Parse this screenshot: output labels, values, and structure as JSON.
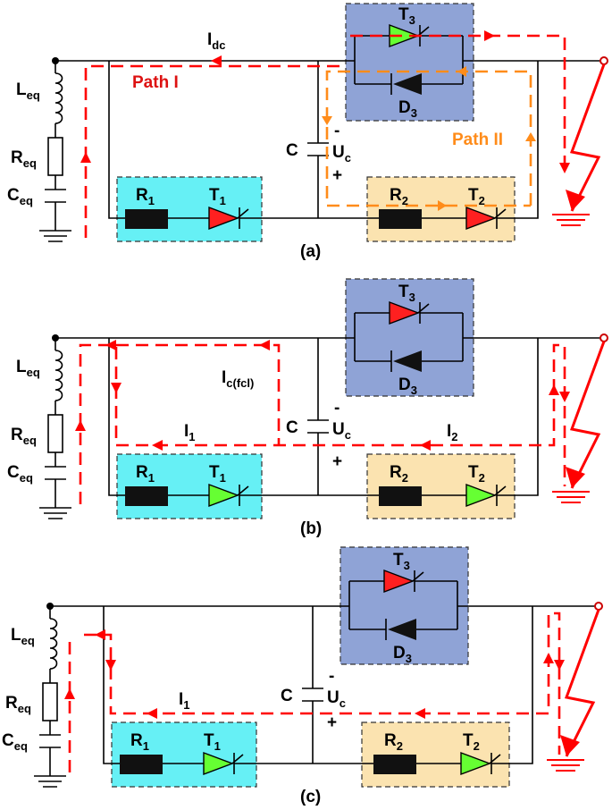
{
  "colors": {
    "path_red": "#ff0000",
    "path_orange": "#ff8c1a",
    "thyristor_green": "#66ff33",
    "thyristor_red": "#ff2020",
    "box_blue": "#8fa3d6",
    "box_cyan": "#66f0f5",
    "box_tan": "#fbe3b0"
  },
  "panels": [
    {
      "caption": "(a)",
      "labels": {
        "leq": "L",
        "leq_sub": "eq",
        "req": "R",
        "req_sub": "eq",
        "ceq": "C",
        "ceq_sub": "eq",
        "r1": "R",
        "r1_sub": "1",
        "t1": "T",
        "t1_sub": "1",
        "r2": "R",
        "r2_sub": "2",
        "t2": "T",
        "t2_sub": "2",
        "t3": "T",
        "t3_sub": "3",
        "d3": "D",
        "d3_sub": "3",
        "cap": "C",
        "minus": "-",
        "uc": "U",
        "uc_sub": "c",
        "plus": "+"
      },
      "current_labels": {
        "idc": "I",
        "idc_sub": "dc",
        "path1": "Path I",
        "path2": "Path II"
      },
      "thyristor_states": {
        "t1": "red",
        "t2": "red",
        "t3": "green"
      }
    },
    {
      "caption": "(b)",
      "labels": {
        "leq": "L",
        "leq_sub": "eq",
        "req": "R",
        "req_sub": "eq",
        "ceq": "C",
        "ceq_sub": "eq",
        "r1": "R",
        "r1_sub": "1",
        "t1": "T",
        "t1_sub": "1",
        "r2": "R",
        "r2_sub": "2",
        "t2": "T",
        "t2_sub": "2",
        "t3": "T",
        "t3_sub": "3",
        "d3": "D",
        "d3_sub": "3",
        "cap": "C",
        "minus": "-",
        "uc": "U",
        "uc_sub": "c",
        "plus": "+"
      },
      "current_labels": {
        "icfcl": "I",
        "icfcl_sub": "c(fcl)",
        "i1": "I",
        "i1_sub": "1",
        "i2": "I",
        "i2_sub": "2"
      },
      "thyristor_states": {
        "t1": "green",
        "t2": "green",
        "t3": "red"
      }
    },
    {
      "caption": "(c)",
      "labels": {
        "leq": "L",
        "leq_sub": "eq",
        "req": "R",
        "req_sub": "eq",
        "ceq": "C",
        "ceq_sub": "eq",
        "r1": "R",
        "r1_sub": "1",
        "t1": "T",
        "t1_sub": "1",
        "r2": "R",
        "r2_sub": "2",
        "t2": "T",
        "t2_sub": "2",
        "t3": "T",
        "t3_sub": "3",
        "d3": "D",
        "d3_sub": "3",
        "cap": "C",
        "minus": "-",
        "uc": "U",
        "uc_sub": "c",
        "plus": "+"
      },
      "current_labels": {
        "i1": "I",
        "i1_sub": "1"
      },
      "thyristor_states": {
        "t1": "green",
        "t2": "green",
        "t3": "red"
      }
    }
  ]
}
